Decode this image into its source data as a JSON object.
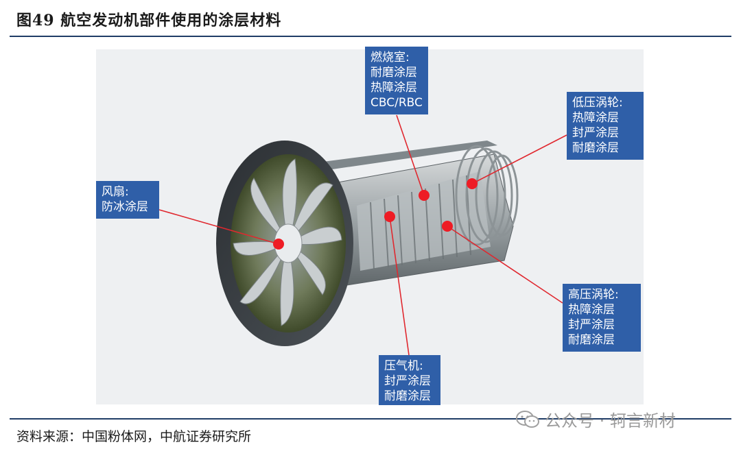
{
  "figure": {
    "title": "图49 航空发动机部件使用的涂层材料",
    "source": "资料来源：中国粉体网，中航证券研究所"
  },
  "callouts": [
    {
      "id": "combustor",
      "lines": [
        "燃烧室:",
        "耐磨涂层",
        "热障涂层",
        "CBC/RBC"
      ]
    },
    {
      "id": "low-pressure-turbine",
      "lines": [
        "低压涡轮:",
        "热障涂层",
        "封严涂层",
        "耐磨涂层"
      ]
    },
    {
      "id": "fan",
      "lines": [
        "风扇:",
        "防冰涂层"
      ]
    },
    {
      "id": "high-pressure-turbine",
      "lines": [
        "高压涡轮:",
        "热障涂层",
        "封严涂层",
        "耐磨涂层"
      ]
    },
    {
      "id": "compressor",
      "lines": [
        "压气机:",
        "封严涂层",
        "耐磨涂层"
      ]
    }
  ],
  "watermark": {
    "icon": "wechat-icon",
    "text": "公众号 · 轲言新材"
  },
  "colors": {
    "callout_bg": "#2f5fa8",
    "marker": "#ee1c25",
    "rule": "#1f3c66"
  }
}
